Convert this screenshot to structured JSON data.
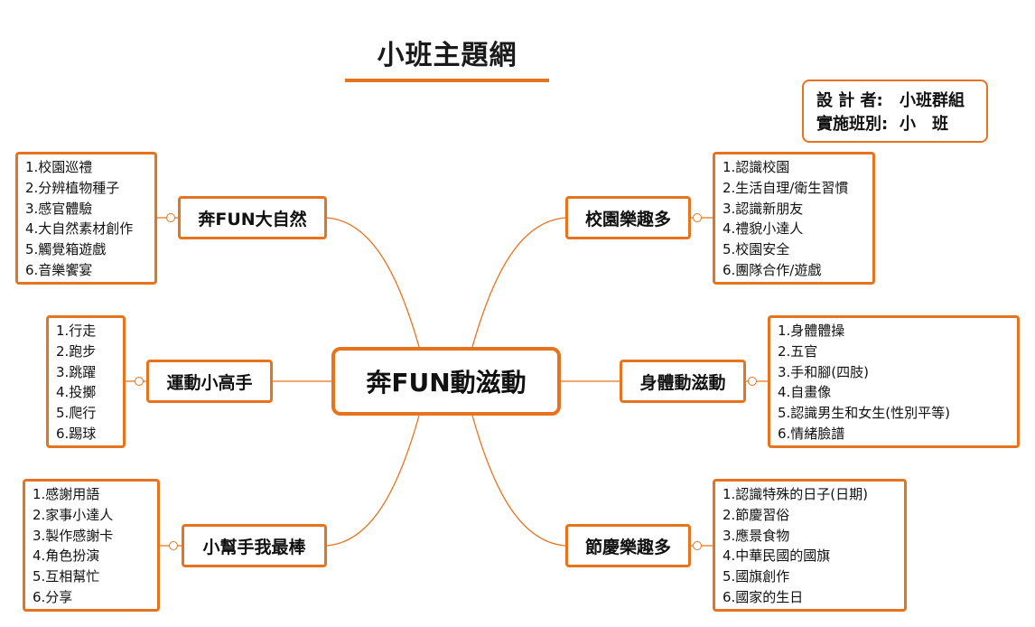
{
  "title": "小班主題網",
  "info": {
    "designer_label": "設 計 者:",
    "designer_value": "小班群組",
    "class_label": "實施班別:",
    "class_value": "小　班"
  },
  "center": {
    "label": "奔FUN動滋動"
  },
  "branches": [
    {
      "label": "奔FUN大自然",
      "items": [
        "1.校園巡禮",
        "2.分辨植物種子",
        "3.感官體驗",
        "4.大自然素材創作",
        "5.觸覺箱遊戲",
        "6.音樂饗宴"
      ]
    },
    {
      "label": "運動小高手",
      "items": [
        "1.行走",
        "2.跑步",
        "3.跳躍",
        "4.投擲",
        "5.爬行",
        "6.踢球"
      ]
    },
    {
      "label": "小幫手我最棒",
      "items": [
        "1.感謝用語",
        "2.家事小達人",
        "3.製作感謝卡",
        "4.角色扮演",
        "5.互相幫忙",
        "6.分享"
      ]
    },
    {
      "label": "校園樂趣多",
      "items": [
        "1.認識校園",
        "2.生活自理/衛生習慣",
        "3.認識新朋友",
        "4.禮貌小達人",
        "5.校園安全",
        "6.團隊合作/遊戲"
      ]
    },
    {
      "label": "身體動滋動",
      "items": [
        "1.身體體操",
        "2.五官",
        "3.手和腳(四肢)",
        "4.自畫像",
        "5.認識男生和女生(性別平等)",
        "6.情緒臉譜"
      ]
    },
    {
      "label": "節慶樂趣多",
      "items": [
        "1.認識特殊的日子(日期)",
        "2.節慶習俗",
        "3.應景食物",
        "4.中華民國的國旗",
        "5.國旗創作",
        "6.國家的生日"
      ]
    }
  ],
  "colors": {
    "accent": "#e8731e"
  }
}
